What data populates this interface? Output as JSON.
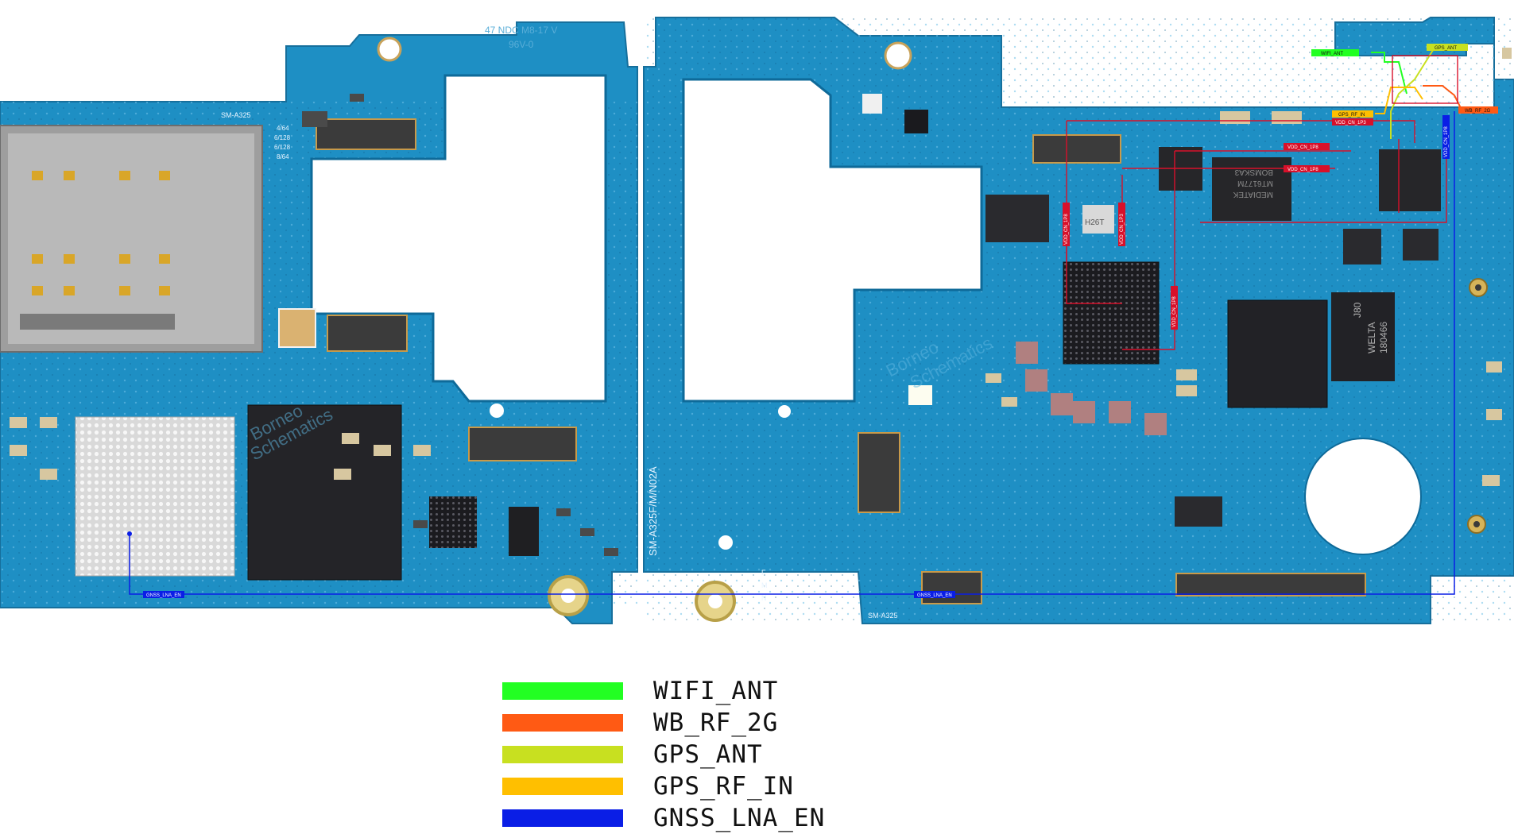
{
  "board": {
    "silk_labels": {
      "top_left_model": "SM-A325",
      "top_left_code": "47 NDC M8-17 V",
      "top_left_code2": "96V-0",
      "mid_model": "SM-A325F/M/N02A",
      "bottom_model": "SM-A325",
      "chip_mediatek": "MEDIATEK",
      "chip_mt": "MT6177M",
      "chip_code": "BOMSKA3",
      "chip_j80": "J80",
      "chip_welta": "WELTA",
      "chip_num": "180466",
      "chip_h26t": "H26T",
      "layers": [
        "4/64",
        "6/128",
        "6/128",
        "8/64"
      ],
      "fmn": [
        "F",
        "M",
        "N"
      ]
    },
    "watermark": [
      "Borneo",
      "Schematics"
    ],
    "net_tags": {
      "wifi_ant": "WIFI_ANT",
      "gps_ant": "GPS_ANT",
      "gps_rf_in": "GPS_RF_IN",
      "wb_rf_2g": "WB_RF_2G",
      "gnss_lna_en_left": "GNSS_LNA_EN",
      "gnss_lna_en_mid": "GNSS_LNA_EN",
      "vdd_1": "VDD_CN_1P3",
      "vdd_2": "VDD_CN_1P8",
      "vdd_3": "VDD_CN_1P8",
      "vdd_4": "VDD_CN_1P8",
      "vdd_5": "VDD_CN_1P3",
      "vdd_6": "VDD_CN_1P8",
      "vdd_7": "VDD_CN_1P8"
    },
    "colors": {
      "pcb": "#1e8fc4",
      "pcb_dark": "#157bb0",
      "wifi_ant": "#22ff22",
      "wb_rf_2g": "#ff5a14",
      "gps_ant": "#c8e020",
      "gps_rf_in": "#ffbf00",
      "gnss_lna_en": "#0a1ee6",
      "vdd_trace": "#d8102a"
    }
  },
  "legend": [
    {
      "label": "WIFI_ANT",
      "color": "#22ff22"
    },
    {
      "label": "WB_RF_2G",
      "color": "#ff5a14"
    },
    {
      "label": "GPS_ANT",
      "color": "#c8e020"
    },
    {
      "label": "GPS_RF_IN",
      "color": "#ffbf00"
    },
    {
      "label": "GNSS_LNA_EN",
      "color": "#0a1ee6"
    }
  ]
}
